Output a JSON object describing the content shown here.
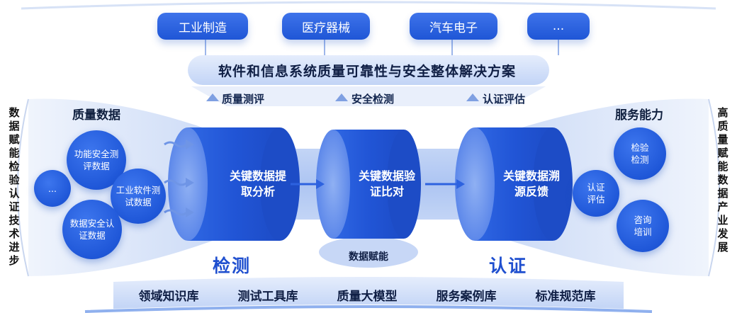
{
  "industries": [
    "工业制造",
    "医疗器械",
    "汽车电子",
    "..."
  ],
  "solution_title": "软件和信息系统质量可靠性与安全整体解决方案",
  "stages_top": [
    "质量测评",
    "安全检测",
    "认证评估"
  ],
  "left": {
    "heading": "质量数据",
    "vertical_text": "数据赋能检验认证技术进步",
    "circles": [
      "功能安全测评数据",
      "工业软件测试数据",
      "数据安全认证数据",
      "..."
    ]
  },
  "right": {
    "heading": "服务能力",
    "vertical_text": "高质量赋能数据产业发展",
    "circles": [
      "检验检测",
      "认证评估",
      "咨询培训"
    ]
  },
  "cylinders": [
    "关键数据提取分析",
    "关键数据验证比对",
    "关键数据溯源反馈"
  ],
  "labels": {
    "detect": "检测",
    "certify": "认证",
    "empower": "数据赋能"
  },
  "bottom_items": [
    "领域知识库",
    "测试工具库",
    "质量大模型",
    "服务案例库",
    "标准规范库"
  ],
  "colors": {
    "primary_blue": "#2158d8",
    "light_blue": "#c9d8f7",
    "pale_blue": "#e7eefc"
  }
}
